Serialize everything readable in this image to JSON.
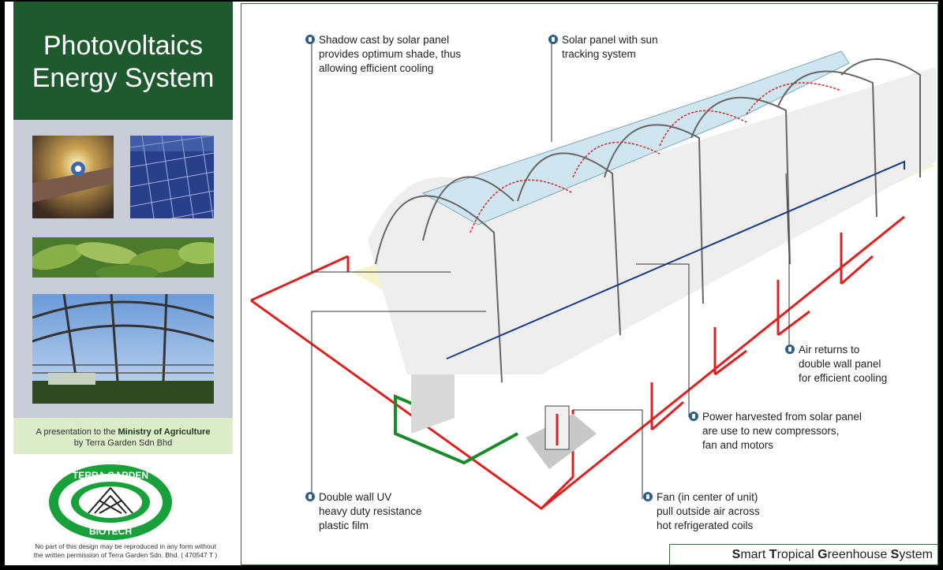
{
  "sidebar": {
    "title_line1": "Photovoltaics",
    "title_line2": "Energy System",
    "caption_prefix": "A presentation to the ",
    "caption_bold": "Ministry of Agriculture",
    "caption_line2": "by Terra Garden Sdn Bhd",
    "logo_top": "TERRA GARDEN",
    "logo_bottom": "BIOTECH",
    "copyright_line1": "No part of this design may be reproduced in any form without",
    "copyright_line2": "the written permission of Terra Garden Sdn. Bhd. ( 470547 T )"
  },
  "diagram": {
    "callouts": [
      {
        "lines": [
          "Shadow cast by solar panel",
          "provides optimum shade, thus",
          "allowing efficient cooling"
        ]
      },
      {
        "lines": [
          "Solar panel with sun",
          "tracking system"
        ]
      },
      {
        "lines": [
          "Air returns to",
          "double wall panel",
          "for efficient cooling"
        ]
      },
      {
        "lines": [
          "Power harvested from solar panel",
          "are use to new compressors,",
          "fan and motors"
        ]
      },
      {
        "lines": [
          "Double wall UV",
          "heavy duty resistance",
          "plastic film"
        ]
      },
      {
        "lines": [
          "Fan (in center of unit)",
          "pull outside air across",
          "hot refrigerated coils"
        ]
      }
    ],
    "footer": {
      "w1_cap": "S",
      "w1_rest": "mart ",
      "w2_cap": "T",
      "w2_rest": "ropical ",
      "w3_cap": "G",
      "w3_rest": "reenhouse ",
      "w4_cap": "S",
      "w4_rest": "ystem"
    }
  },
  "colors": {
    "title_green": "#1e5a2e",
    "frame_red": "#e02020",
    "duct_blue": "#1a3a8a",
    "pipe_green": "#1a8a2a",
    "solar_panel": "#cfe6f0",
    "bullet_blue": "#2e5f8a"
  }
}
